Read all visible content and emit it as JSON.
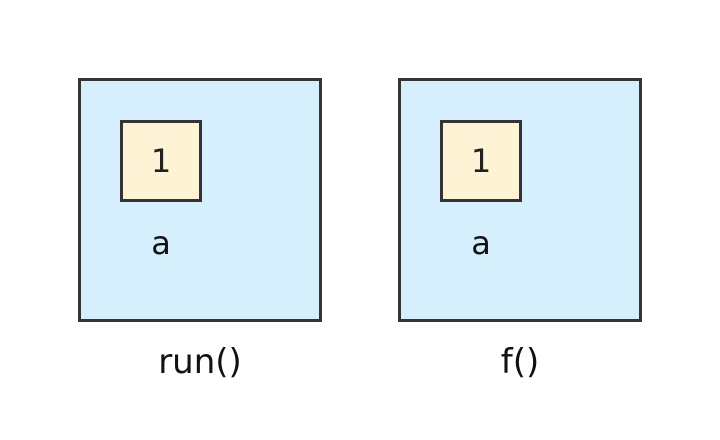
{
  "frames": [
    {
      "label": "run()",
      "variable": {
        "name": "a",
        "value": "1"
      }
    },
    {
      "label": "f()",
      "variable": {
        "name": "a",
        "value": "1"
      }
    }
  ],
  "colors": {
    "frame_fill": "#d5effc",
    "value_fill": "#fff3d6",
    "border": "#333333"
  }
}
